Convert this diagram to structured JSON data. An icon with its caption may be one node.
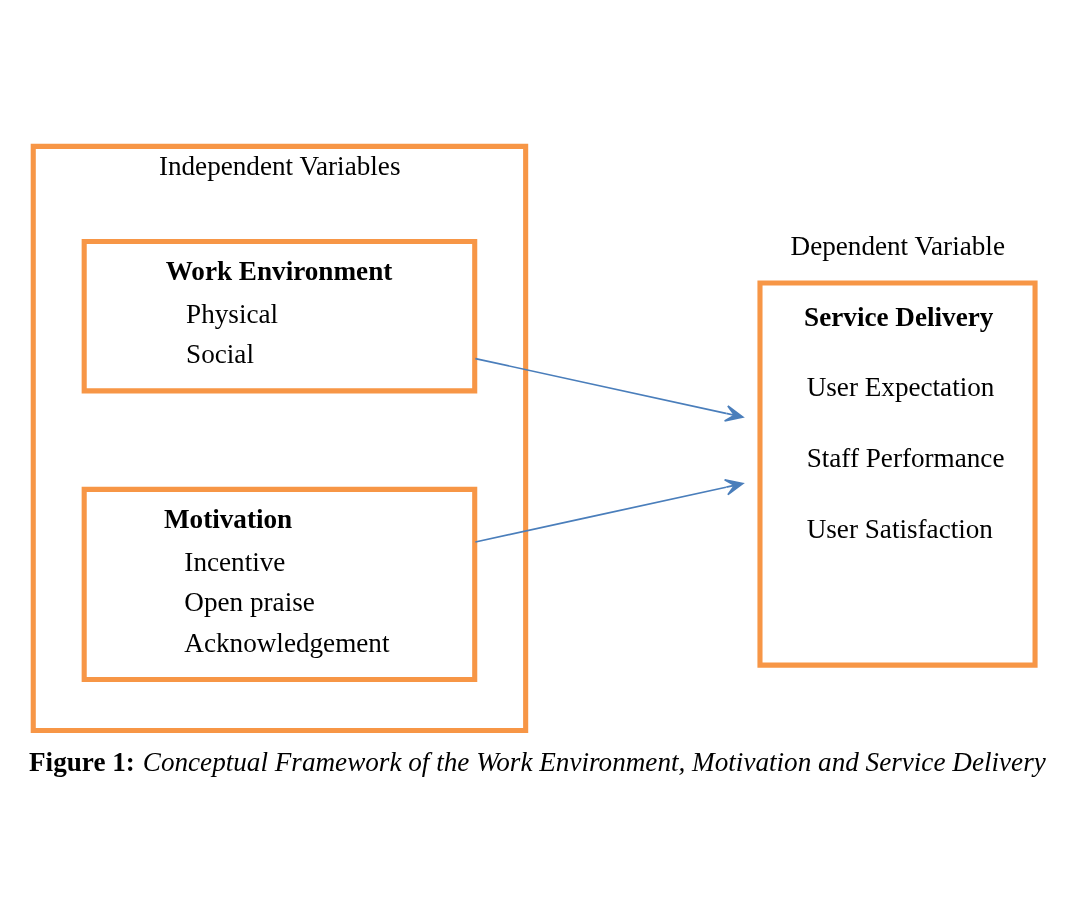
{
  "diagram": {
    "caption": "**Figure 1:** *Conceptual Framework of the Work Environment, Motivation and Service Delivery*",
    "nodes": [
      {
        "text": [
          "Independent Variables"
        ]
      },
      {
        "text": [
          "Work Environment",
          "Physical",
          "Social"
        ],
        "in": 0
      },
      {
        "text": [
          "Motivation",
          "Incentive",
          "Open praise",
          "Acknowledgement"
        ],
        "in": 0
      },
      {
        "text": [
          "Dependent Variable",
          "Service Delivery",
          "User Expectation",
          "Staff Performance",
          "User Satisfaction"
        ]
      }
    ],
    "edges": [
      {
        "from": 1,
        "to": 3,
        "arrow": "to"
      },
      {
        "from": 2,
        "to": 3,
        "arrow": "to"
      }
    ]
  }
}
